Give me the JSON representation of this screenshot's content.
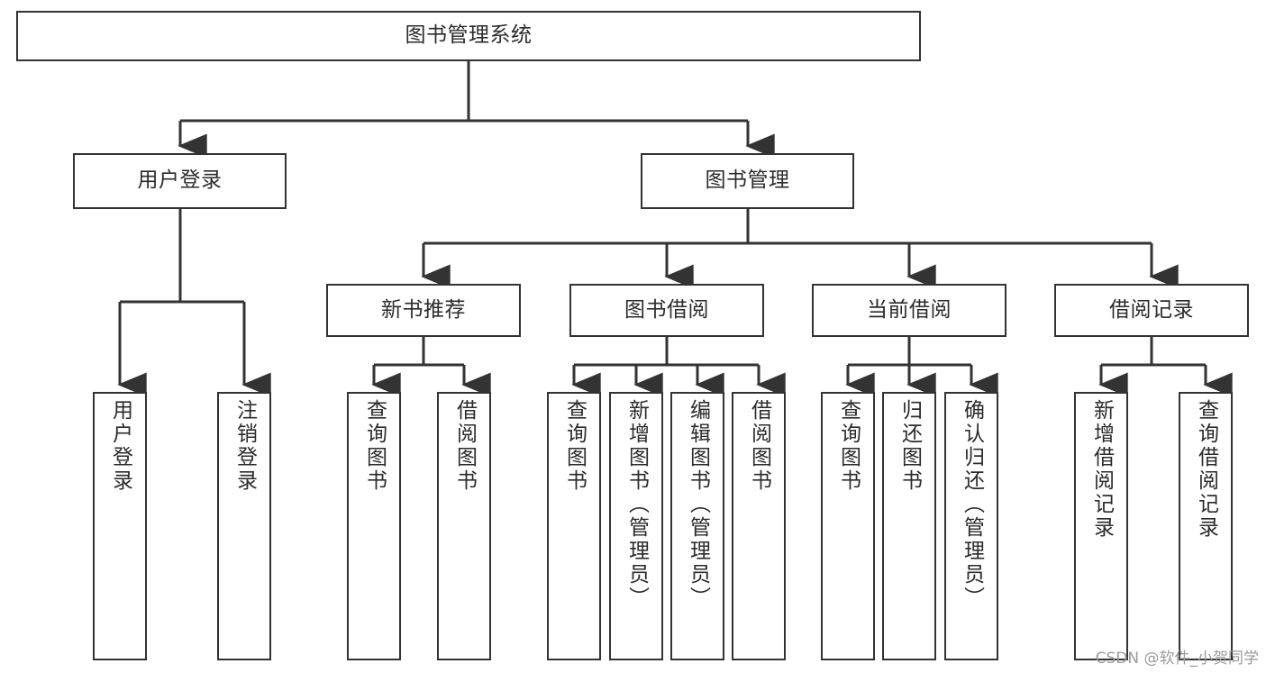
{
  "diagram": {
    "title": "图书管理系统",
    "type": "tree-hierarchy-chart",
    "line_color": "#333333",
    "box_fill": "#ffffff",
    "text_color": "#2b2b2b"
  },
  "root": {
    "label": "图书管理系统"
  },
  "level2": {
    "user_login": {
      "label": "用户登录"
    },
    "book_manage": {
      "label": "图书管理"
    }
  },
  "level3": {
    "new_book_recommend": {
      "label": "新书推荐"
    },
    "book_borrow": {
      "label": "图书借阅"
    },
    "current_borrow": {
      "label": "当前借阅"
    },
    "borrow_record": {
      "label": "借阅记录"
    }
  },
  "leaves": {
    "user_login": [
      {
        "label": "用户登录"
      },
      {
        "label": "注销登录"
      }
    ],
    "new_book_recommend": [
      {
        "label": "查询图书"
      },
      {
        "label": "借阅图书"
      }
    ],
    "book_borrow": [
      {
        "label": "查询图书"
      },
      {
        "label": "新增图书（管理员）"
      },
      {
        "label": "编辑图书（管理员）"
      },
      {
        "label": "借阅图书"
      }
    ],
    "current_borrow": [
      {
        "label": "查询图书"
      },
      {
        "label": "归还图书"
      },
      {
        "label": "确认归还（管理员）"
      }
    ],
    "borrow_record": [
      {
        "label": "新增借阅记录"
      },
      {
        "label": "查询借阅记录"
      }
    ]
  },
  "watermark": {
    "text": "CSDN @软件_小贺同学"
  }
}
